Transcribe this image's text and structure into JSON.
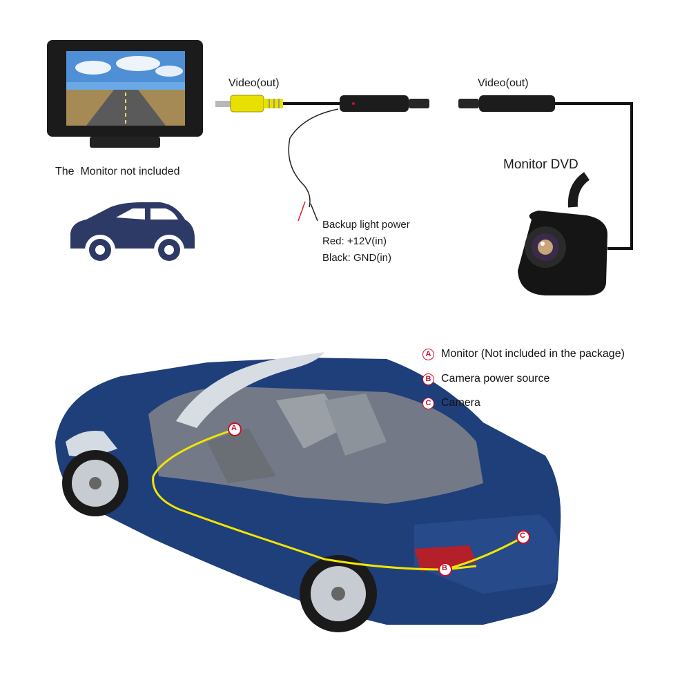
{
  "top": {
    "video_out_left": "Video(out)",
    "video_out_right": "Video(out)",
    "monitor_caption": "The  Monitor not included",
    "monitor_dvd": "Monitor DVD",
    "power_note": {
      "line1": "Backup light power",
      "line2": "Red: +12V(in)",
      "line3": "Black: GND(in)"
    }
  },
  "legend": [
    {
      "badge": "A",
      "label": "Monitor (Not included in the package)"
    },
    {
      "badge": "B",
      "label": "Camera power source"
    },
    {
      "badge": "C",
      "label": "Camera"
    }
  ],
  "markers": {
    "a": "A",
    "b": "B",
    "c": "C"
  },
  "colors": {
    "car_body": "#1f3f7a",
    "wire_yellow": "#f2e600",
    "badge_red": "#c8102e",
    "rca_yellow": "#e8e000",
    "car_icon": "#2e3a66"
  }
}
